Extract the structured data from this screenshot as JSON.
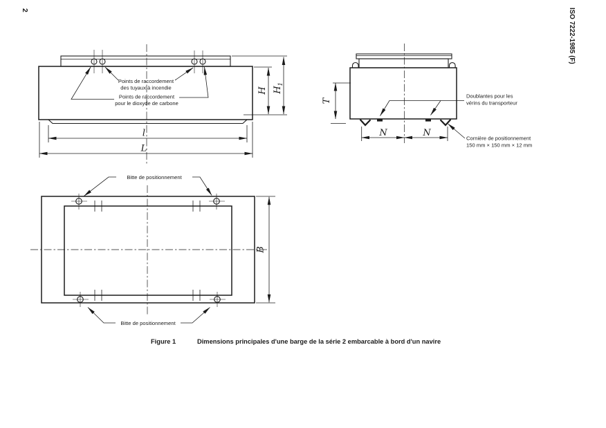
{
  "page": {
    "number": "2",
    "header": "ISO 7222-1985 (F)"
  },
  "caption": {
    "figure_label": "Figure 1",
    "title": "Dimensions principales d'une barge de la série 2 embarcable à bord d'un navire"
  },
  "side_view": {
    "fire_label_line1": "Points de raccordement",
    "fire_label_line2": "des tuyaux à incendie",
    "co2_label_line1": "Points de raccordement",
    "co2_label_line2": "pour le dioxyde de carbone",
    "dim_l": "l",
    "dim_L": "L",
    "dim_H": "H",
    "dim_H1_base": "H",
    "dim_H1_sub": "1"
  },
  "end_view": {
    "dim_T": "T",
    "dim_N_left": "N",
    "dim_N_right": "N",
    "doublantes_line1": "Doublantes pour les",
    "doublantes_line2": "vérins du transporteur",
    "corniere_line1": "Cornière de positionnement",
    "corniere_line2": "150 mm × 150 mm × 12 mm"
  },
  "plan_view": {
    "bitte_top": "Bitte de positionnement",
    "bitte_bottom": "Bitte de positionnement",
    "dim_B": "B"
  },
  "colors": {
    "ink": "#1b1b1b",
    "paper": "#ffffff"
  }
}
